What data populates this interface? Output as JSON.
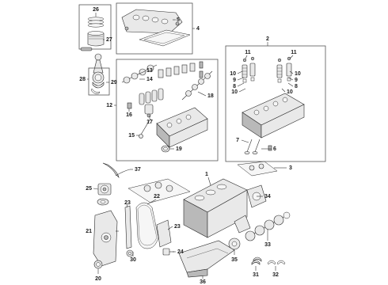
{
  "colors": {
    "line": "#2a2a2a",
    "fill_light": "#e9e9e9",
    "fill_dark": "#b9b9b9"
  },
  "callouts": {
    "c1": "1",
    "c2": "2",
    "c3": "3",
    "c4": "4",
    "c5": "5",
    "c6": "6",
    "c7": "7",
    "c8": "8",
    "c9": "9",
    "c10": "10",
    "c11": "11",
    "c12": "12",
    "c13": "13",
    "c14": "14",
    "c15": "15",
    "c16": "16",
    "c17": "17",
    "c18": "18",
    "c19": "19",
    "c20": "20",
    "c21": "21",
    "c22": "22",
    "c23": "23",
    "c24": "24",
    "c25": "25",
    "c26": "26",
    "c27": "27",
    "c28": "28",
    "c29": "29",
    "c30": "30",
    "c31": "31",
    "c32": "32",
    "c33": "33",
    "c34": "34",
    "c35": "35",
    "c36": "36",
    "c37": "37"
  }
}
